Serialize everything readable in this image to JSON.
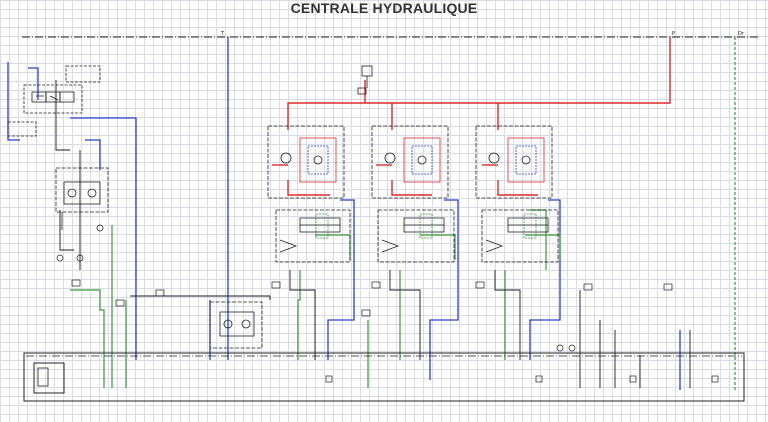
{
  "title": "CENTRALE HYDRAULIQUE",
  "colors": {
    "pressure": "#dd2a2a",
    "tank": "#2c3fc9",
    "drain": "#3a9a3a",
    "control": "#1a1a1a",
    "grid": "#d9dce6"
  },
  "port_labels": {
    "tank_line": "T",
    "pressure_line": "P",
    "drain_line": "Dr"
  },
  "components": {
    "pilot_valve_group": "pilot-valve",
    "accumulator_block": "accumulator-block",
    "pressure_switch": "pressure-switch",
    "proportional_modules": 3,
    "center_relief_block": "relief-block"
  }
}
